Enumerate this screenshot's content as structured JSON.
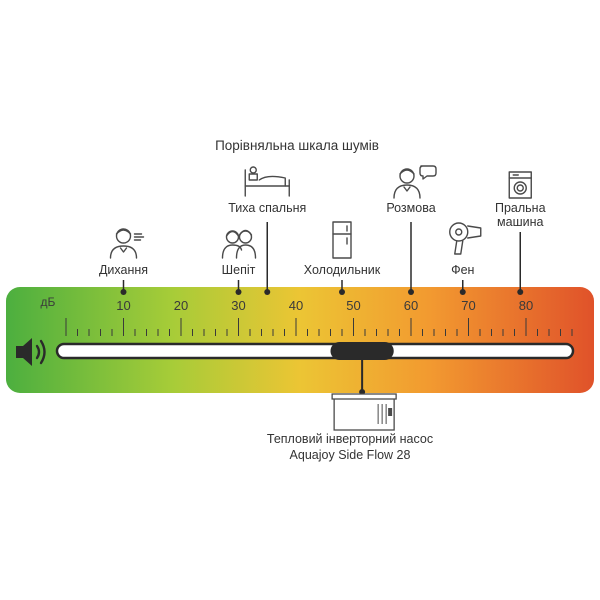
{
  "title": "Порівняльна шкала шумів",
  "unit": "дБ",
  "scale": {
    "min": 0,
    "max": 90,
    "major_ticks": [
      10,
      20,
      30,
      40,
      50,
      60,
      70,
      80
    ],
    "gradient_colors": [
      "#4caf3f",
      "#9ccc3a",
      "#e8c832",
      "#f0a030",
      "#e05a28"
    ]
  },
  "sources": [
    {
      "label": "Дихання",
      "db": 10,
      "icon": "person-breathing-icon"
    },
    {
      "label": "Шепіт",
      "db": 30,
      "icon": "people-whispering-icon"
    },
    {
      "label": "Тиха спальня",
      "db": 35,
      "icon": "bed-icon"
    },
    {
      "label": "Холодильник",
      "db": 48,
      "icon": "fridge-icon"
    },
    {
      "label": "Розмова",
      "db": 60,
      "icon": "person-talking-icon"
    },
    {
      "label": "Фен",
      "db": 69,
      "icon": "hair-dryer-icon"
    },
    {
      "label": "Пральна",
      "label2": "машина",
      "db": 79,
      "icon": "washing-machine-icon"
    }
  ],
  "product": {
    "db_range": [
      46,
      57
    ],
    "line1": "Тепловий інверторний насос",
    "line2": "Aquajoy Side Flow 28",
    "icon": "heat-pump-icon"
  }
}
